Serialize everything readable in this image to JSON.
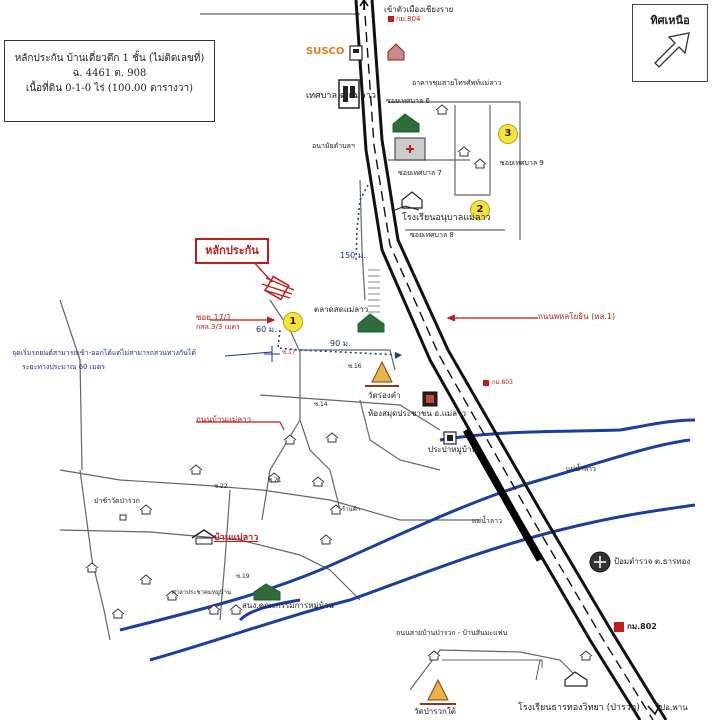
{
  "info_box": {
    "title": "หลักประกัน บ้านเดี่ยวตึก 1 ชั้น (ไม่ติดเลขที่)",
    "deed": "ฉ. 4461     ต. 908",
    "area": "เนื้อที่ดิน 0-1-0 ไร่ (100.00 ตารางวา)"
  },
  "north": {
    "label": "ทิศเหนือ",
    "icon": "north-arrow-icon"
  },
  "labels": {
    "to_chiangrai": "เข้าตัวเมืองเชียงราย",
    "km804": "กม.804",
    "susco": "SUSCO",
    "municipality": "เทศบาล ต.แม่ลาว",
    "telecom_tower": "อาคารชุมสายโทรศัพท์แม่ลาว",
    "soi6": "ซอยเทศบาล 6",
    "health_center": "อนามัยตำบลฯ",
    "soi7": "ซอยเทศบาล 7",
    "soi9": "ซอยเทศบาล 9",
    "kindergarten": "โรงเรียนอนุบาลแม่ลาว",
    "soi8": "ซอยเทศบาล 8",
    "dist150": "150 ม.",
    "collateral": "หลักประกัน",
    "market": "ตลาดสดแม่ลาว",
    "highway": "ถนนพหลโยธิน (ทล.1)",
    "soi17_1": "ซอย.17/1",
    "width_note": "กสล.3/3 เมตร",
    "dist60": "60 ม.",
    "dist90": "90 ม.",
    "start_point_1": "จุดเริ่มรถยนต์สามารถเข้า-ออกได้แต่ไม่สามารถสวนทางกันได้",
    "start_point_2": "ระยะทางประมาณ 60 เมตร",
    "soi17": "ซ.17",
    "soi16": "ซ.16",
    "soi14": "ซ.14",
    "wat_rong_kham": "วัดร่องคำ",
    "km803": "กม.803",
    "library": "ห้องสมุดประชาชน อ.แม่ลาว",
    "mae_lao_road": "ถนนบ้านแม่ลาว",
    "water_supply": "ประปาหมู่บ้าน",
    "soi21": "ซ.21",
    "soi22": "ซ.22",
    "mae_lao_river_1": "แม่น้ำลาว",
    "mae_lao_river_2": "แม่น้ำลาว",
    "ban_pa_rok_cemetery": "ป่าช้าวัดป่ารวก",
    "shop": "ร้านค้า",
    "ban_mae_lao": "บ้านแม่ลาว",
    "police": "ป้อมตำรวจ ต.ธารทอง",
    "soi19": "ซ.19",
    "village_hall": "ศาลาประชาคมหมู่บ้าน",
    "village_committee": "สนง.คณะกรรมการหมู่บ้าน",
    "km802": "กม.802",
    "pa_rok_road": "ถนนสายบ้านป่ารวก - บ้านสันมะแฟน",
    "wat_pa_rok": "วัดป่ารวกใต้",
    "school": "โรงเรียนธารทองวิทยา (ป่ารวก)",
    "to_phan": "ไปอ.พาน",
    "circle1": "1",
    "circle2": "2",
    "circle3": "3"
  },
  "colors": {
    "highway": "#111111",
    "river": "#1a3fa0",
    "road": "#555555",
    "label_red": "#c21c1c",
    "label_blue": "#1a2f8a",
    "marker_yellow": "#f7e33a"
  }
}
